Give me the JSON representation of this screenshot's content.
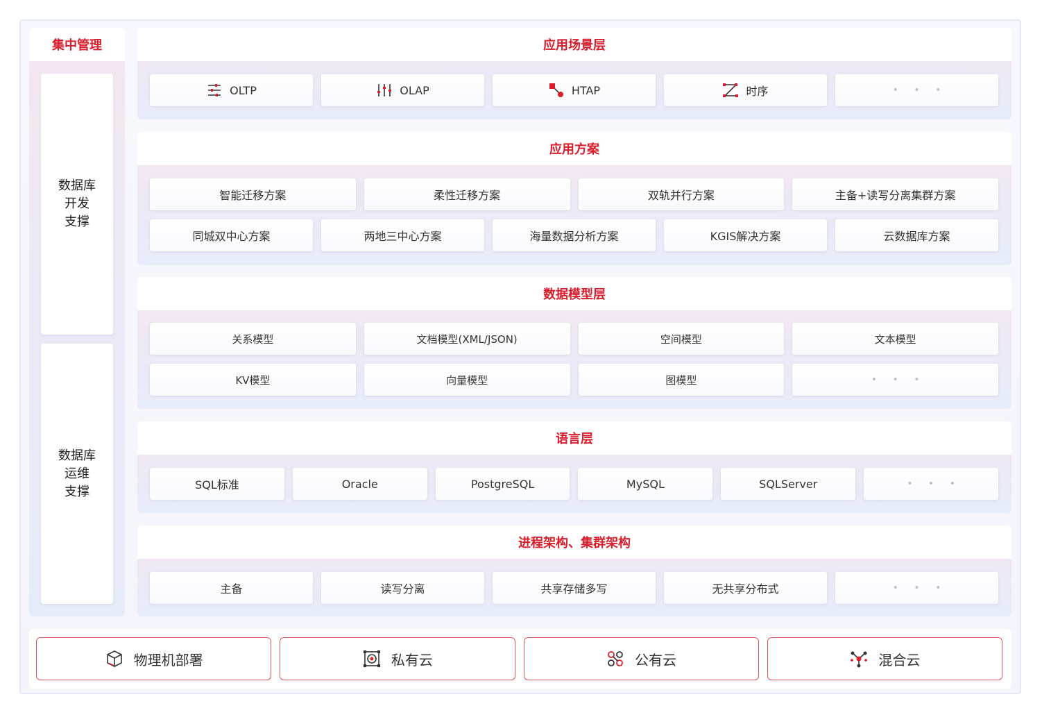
{
  "left_panel": {
    "title": "集中管理",
    "boxes": [
      {
        "lines": [
          "数据库",
          "开发",
          "支撑"
        ]
      },
      {
        "lines": [
          "数据库",
          "运维",
          "支撑"
        ]
      }
    ]
  },
  "layers": {
    "scenario": {
      "title": "应用场景层",
      "items": [
        {
          "label": "OLTP",
          "icon": "sliders-icon"
        },
        {
          "label": "OLAP",
          "icon": "equalizer-icon"
        },
        {
          "label": "HTAP",
          "icon": "connector-icon"
        },
        {
          "label": "时序",
          "icon": "timeline-icon"
        },
        {
          "label": "• • •"
        }
      ]
    },
    "solutions": {
      "title": "应用方案",
      "row1": [
        "智能迁移方案",
        "柔性迁移方案",
        "双轨并行方案",
        "主备+读写分离集群方案"
      ],
      "row2": [
        "同城双中心方案",
        "两地三中心方案",
        "海量数据分析方案",
        "KGIS解决方案",
        "云数据库方案"
      ]
    },
    "data_model": {
      "title": "数据模型层",
      "row1": [
        "关系模型",
        "文档模型(XML/JSON)",
        "空间模型",
        "文本模型"
      ],
      "row2": [
        "KV模型",
        "向量模型",
        "图模型",
        "• • •"
      ]
    },
    "language": {
      "title": "语言层",
      "items": [
        "SQL标准",
        "Oracle",
        "PostgreSQL",
        "MySQL",
        "SQLServer",
        "• • •"
      ]
    },
    "architecture": {
      "title": "进程架构、集群架构",
      "items": [
        "主备",
        "读写分离",
        "共享存储多写",
        "无共享分布式",
        "• • •"
      ]
    }
  },
  "deploy": [
    {
      "label": "物理机部署",
      "icon": "cube-icon"
    },
    {
      "label": "私有云",
      "icon": "private-cloud-icon"
    },
    {
      "label": "公有云",
      "icon": "public-cloud-icon"
    },
    {
      "label": "混合云",
      "icon": "hybrid-cloud-icon"
    }
  ],
  "colors": {
    "accent": "#d81e2c",
    "text": "#333333",
    "border": "#e2545c"
  }
}
